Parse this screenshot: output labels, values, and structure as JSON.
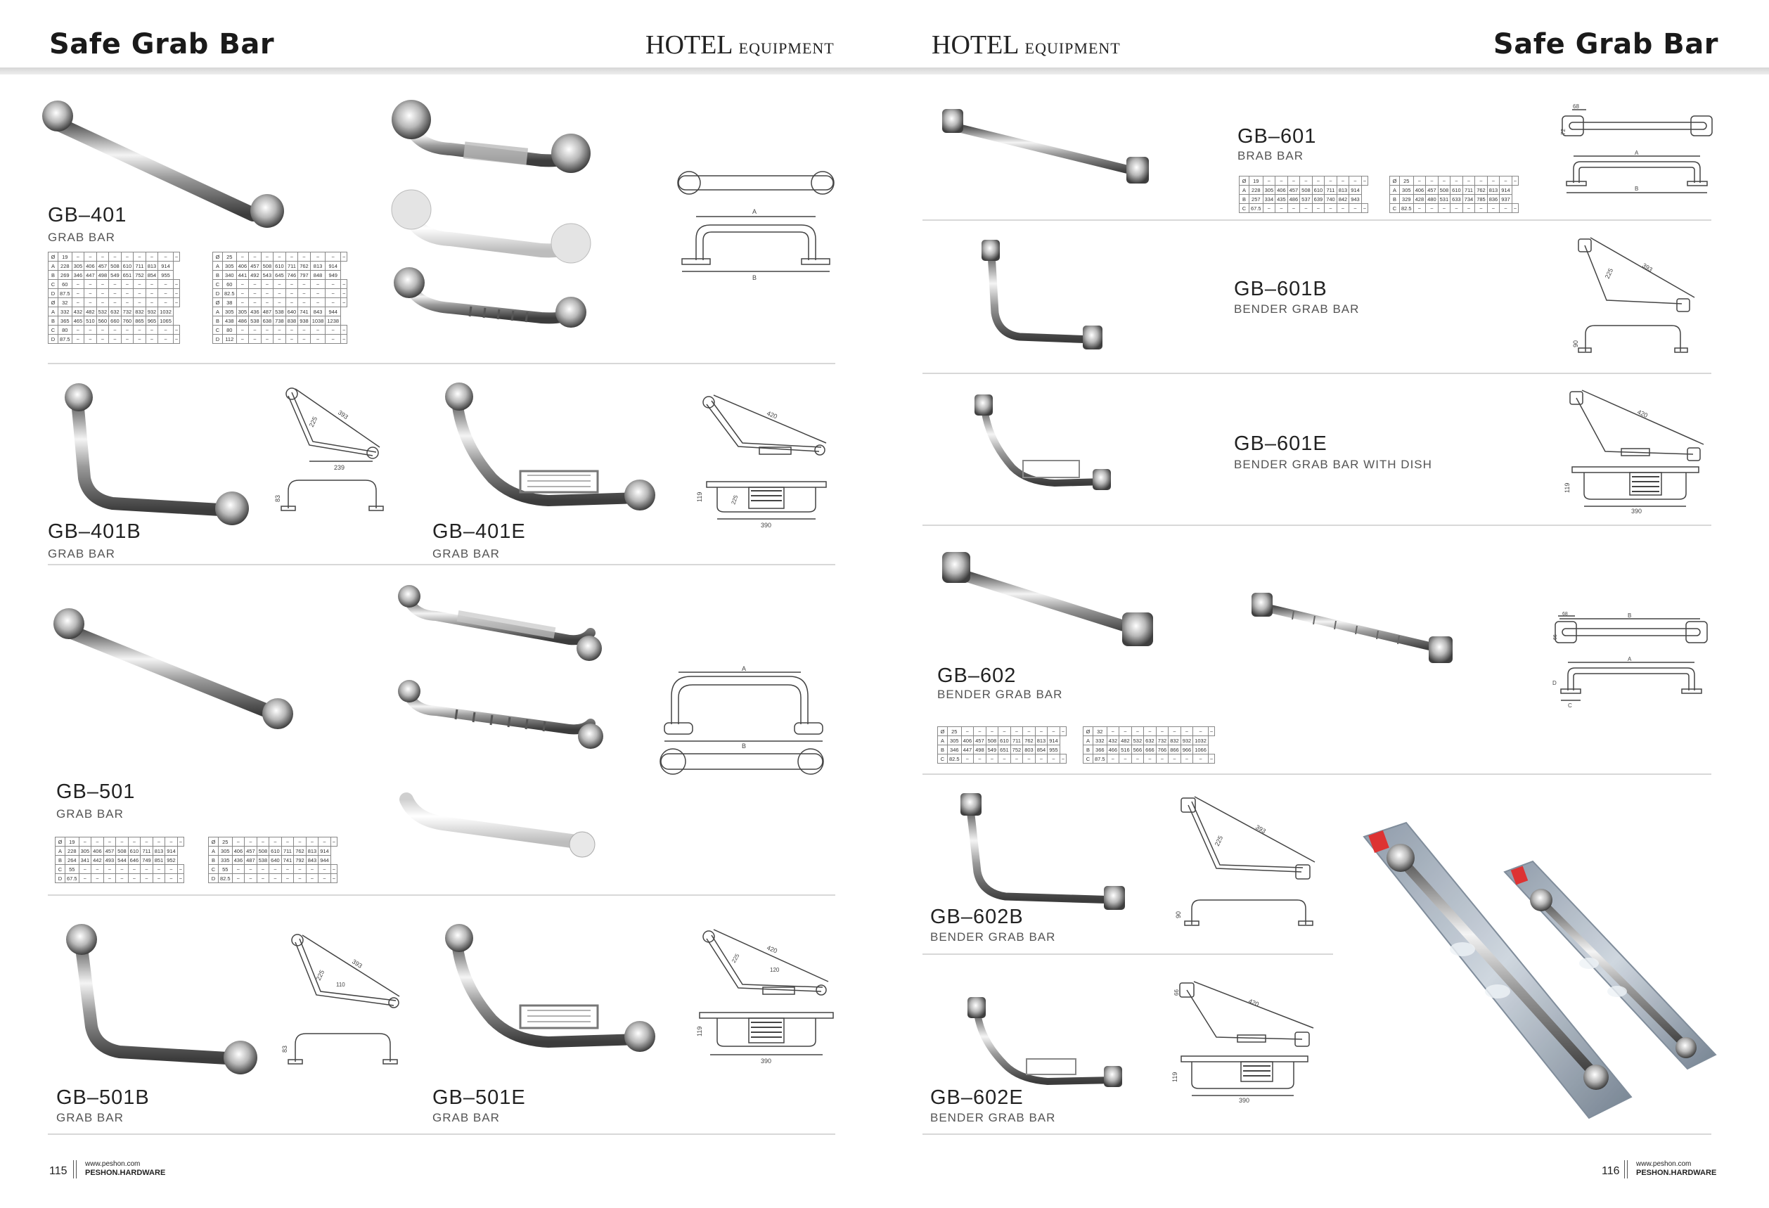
{
  "header": {
    "left_title": "Safe Grab Bar",
    "right_title": "Safe Grab Bar",
    "left_hotel_big": "HOTEL",
    "left_hotel_small": "EQUIPMENT",
    "right_hotel_big": "HOTEL",
    "right_hotel_small": "EQUIPMENT"
  },
  "products": {
    "gb401": {
      "code": "GB–401",
      "name": "GRAB BAR"
    },
    "gb401b": {
      "code": "GB–401B",
      "name": "GRAB BAR"
    },
    "gb401e": {
      "code": "GB–401E",
      "name": "GRAB BAR"
    },
    "gb501": {
      "code": "GB–501",
      "name": "GRAB BAR"
    },
    "gb501b": {
      "code": "GB–501B",
      "name": "GRAB BAR"
    },
    "gb501e": {
      "code": "GB–501E",
      "name": "GRAB BAR"
    },
    "gb601": {
      "code": "GB–601",
      "name": "BRAB BAR"
    },
    "gb601b": {
      "code": "GB–601B",
      "name": "BENDER GRAB BAR"
    },
    "gb601e": {
      "code": "GB–601E",
      "name": "BENDER GRAB BAR WITH DISH"
    },
    "gb602": {
      "code": "GB–602",
      "name": "BENDER GRAB BAR"
    },
    "gb602b": {
      "code": "GB–602B",
      "name": "BENDER GRAB BAR"
    },
    "gb602e": {
      "code": "GB–602E",
      "name": "BENDER GRAB BAR"
    }
  },
  "dimensions": {
    "d239": "239",
    "d393": "393",
    "d225": "225",
    "d83": "83",
    "d420": "420",
    "d119": "119",
    "d390": "390",
    "d110": "110",
    "d120": "120",
    "d90": "90",
    "d66": "66",
    "d68": "68",
    "d72": "72",
    "A": "A",
    "B": "B",
    "C": "C",
    "D": "D"
  },
  "tables": {
    "gb401_a": [
      [
        "Ø",
        "19",
        "~",
        "~",
        "~",
        "~",
        "~",
        "~",
        "~",
        "~",
        "~"
      ],
      [
        "A",
        "228",
        "305",
        "406",
        "457",
        "508",
        "610",
        "711",
        "813",
        "914"
      ],
      [
        "B",
        "269",
        "346",
        "447",
        "498",
        "549",
        "651",
        "752",
        "854",
        "955"
      ],
      [
        "C",
        "60",
        "~",
        "~",
        "~",
        "~",
        "~",
        "~",
        "~",
        "~",
        "~"
      ],
      [
        "D",
        "87.5",
        "~",
        "~",
        "~",
        "~",
        "~",
        "~",
        "~",
        "~",
        "~"
      ],
      [
        "Ø",
        "32",
        "~",
        "~",
        "~",
        "~",
        "~",
        "~",
        "~",
        "~",
        "~"
      ],
      [
        "A",
        "332",
        "432",
        "482",
        "532",
        "632",
        "732",
        "832",
        "932",
        "1032"
      ],
      [
        "B",
        "365",
        "465",
        "510",
        "560",
        "660",
        "760",
        "865",
        "965",
        "1065"
      ],
      [
        "C",
        "80",
        "~",
        "~",
        "~",
        "~",
        "~",
        "~",
        "~",
        "~",
        "~"
      ],
      [
        "D",
        "87.5",
        "~",
        "~",
        "~",
        "~",
        "~",
        "~",
        "~",
        "~",
        "~"
      ]
    ],
    "gb401_b": [
      [
        "Ø",
        "25",
        "~",
        "~",
        "~",
        "~",
        "~",
        "~",
        "~",
        "~",
        "~"
      ],
      [
        "A",
        "305",
        "406",
        "457",
        "508",
        "610",
        "711",
        "762",
        "813",
        "914"
      ],
      [
        "B",
        "340",
        "441",
        "492",
        "543",
        "645",
        "746",
        "797",
        "848",
        "949"
      ],
      [
        "C",
        "60",
        "~",
        "~",
        "~",
        "~",
        "~",
        "~",
        "~",
        "~",
        "~"
      ],
      [
        "D",
        "82.5",
        "~",
        "~",
        "~",
        "~",
        "~",
        "~",
        "~",
        "~",
        "~"
      ],
      [
        "Ø",
        "38",
        "~",
        "~",
        "~",
        "~",
        "~",
        "~",
        "~",
        "~",
        "~"
      ],
      [
        "A",
        "305",
        "305",
        "436",
        "487",
        "538",
        "640",
        "741",
        "843",
        "944"
      ],
      [
        "B",
        "438",
        "486",
        "538",
        "638",
        "738",
        "838",
        "938",
        "1038",
        "1238"
      ],
      [
        "C",
        "80",
        "~",
        "~",
        "~",
        "~",
        "~",
        "~",
        "~",
        "~",
        "~"
      ],
      [
        "D",
        "112",
        "~",
        "~",
        "~",
        "~",
        "~",
        "~",
        "~",
        "~",
        "~"
      ]
    ],
    "gb501_a": [
      [
        "Ø",
        "19",
        "~",
        "~",
        "~",
        "~",
        "~",
        "~",
        "~",
        "~",
        "~"
      ],
      [
        "A",
        "228",
        "305",
        "406",
        "457",
        "508",
        "610",
        "711",
        "813",
        "914"
      ],
      [
        "B",
        "264",
        "341",
        "442",
        "493",
        "544",
        "646",
        "749",
        "851",
        "952"
      ],
      [
        "C",
        "55",
        "~",
        "~",
        "~",
        "~",
        "~",
        "~",
        "~",
        "~",
        "~"
      ],
      [
        "D",
        "67.5",
        "~",
        "~",
        "~",
        "~",
        "~",
        "~",
        "~",
        "~",
        "~"
      ]
    ],
    "gb501_b": [
      [
        "Ø",
        "25",
        "~",
        "~",
        "~",
        "~",
        "~",
        "~",
        "~",
        "~",
        "~"
      ],
      [
        "A",
        "305",
        "406",
        "457",
        "508",
        "610",
        "711",
        "762",
        "813",
        "914"
      ],
      [
        "B",
        "335",
        "436",
        "487",
        "538",
        "640",
        "741",
        "792",
        "843",
        "944"
      ],
      [
        "C",
        "55",
        "~",
        "~",
        "~",
        "~",
        "~",
        "~",
        "~",
        "~",
        "~"
      ],
      [
        "D",
        "82.5",
        "~",
        "~",
        "~",
        "~",
        "~",
        "~",
        "~",
        "~",
        "~"
      ]
    ],
    "gb601_a": [
      [
        "Ø",
        "19",
        "~",
        "~",
        "~",
        "~",
        "~",
        "~",
        "~",
        "~",
        "~"
      ],
      [
        "A",
        "228",
        "305",
        "406",
        "457",
        "508",
        "610",
        "711",
        "813",
        "914"
      ],
      [
        "B",
        "257",
        "334",
        "435",
        "486",
        "537",
        "639",
        "740",
        "842",
        "943"
      ],
      [
        "C",
        "67.5",
        "~",
        "~",
        "~",
        "~",
        "~",
        "~",
        "~",
        "~",
        "~"
      ]
    ],
    "gb601_b": [
      [
        "Ø",
        "25",
        "~",
        "~",
        "~",
        "~",
        "~",
        "~",
        "~",
        "~",
        "~"
      ],
      [
        "A",
        "305",
        "406",
        "457",
        "508",
        "610",
        "711",
        "762",
        "813",
        "914"
      ],
      [
        "B",
        "329",
        "428",
        "480",
        "531",
        "633",
        "734",
        "785",
        "836",
        "937"
      ],
      [
        "C",
        "82.5",
        "~",
        "~",
        "~",
        "~",
        "~",
        "~",
        "~",
        "~",
        "~"
      ]
    ],
    "gb602_a": [
      [
        "Ø",
        "25",
        "~",
        "~",
        "~",
        "~",
        "~",
        "~",
        "~",
        "~",
        "~"
      ],
      [
        "A",
        "305",
        "406",
        "457",
        "508",
        "610",
        "711",
        "762",
        "813",
        "914"
      ],
      [
        "B",
        "346",
        "447",
        "498",
        "549",
        "651",
        "752",
        "803",
        "854",
        "955"
      ],
      [
        "C",
        "82.5",
        "~",
        "~",
        "~",
        "~",
        "~",
        "~",
        "~",
        "~",
        "~"
      ]
    ],
    "gb602_b": [
      [
        "Ø",
        "32",
        "~",
        "~",
        "~",
        "~",
        "~",
        "~",
        "~",
        "~",
        "~"
      ],
      [
        "A",
        "332",
        "432",
        "482",
        "532",
        "632",
        "732",
        "832",
        "932",
        "1032"
      ],
      [
        "B",
        "366",
        "466",
        "516",
        "566",
        "666",
        "766",
        "866",
        "966",
        "1066"
      ],
      [
        "C",
        "87.5",
        "~",
        "~",
        "~",
        "~",
        "~",
        "~",
        "~",
        "~",
        "~"
      ]
    ]
  },
  "footer": {
    "left_page": "115",
    "right_page": "116",
    "url": "www.peshon.com",
    "brand": "PESHON.HARDWARE"
  },
  "colors": {
    "chrome_dark": "#4a4a4a",
    "chrome_light": "#f2f2f2",
    "rule": "#d8d8d8"
  }
}
